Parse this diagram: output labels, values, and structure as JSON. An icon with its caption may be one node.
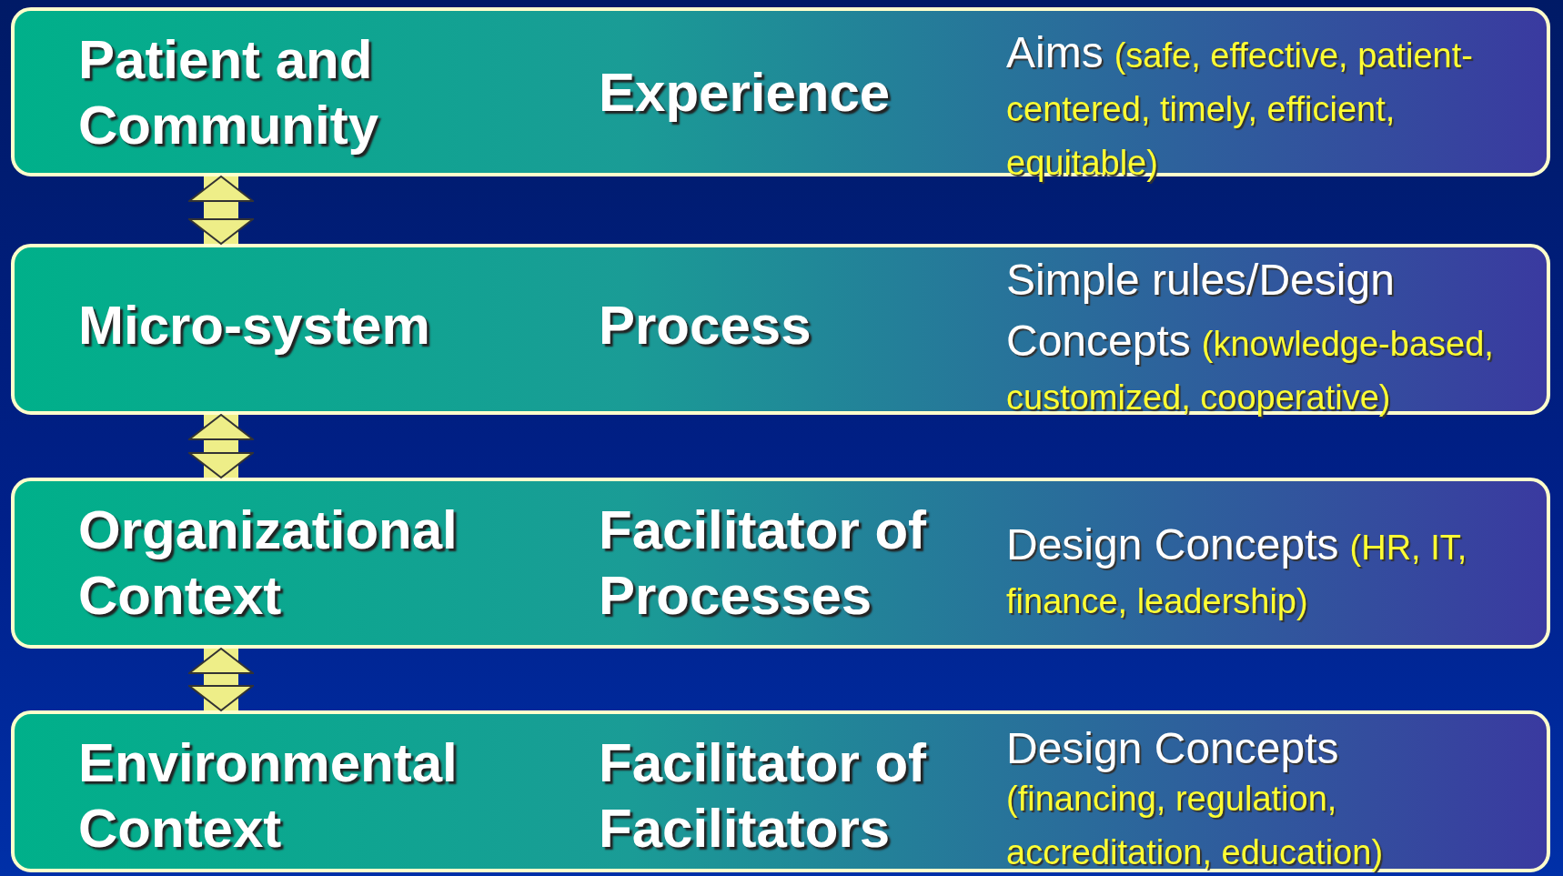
{
  "diagram": {
    "nodes": [
      {
        "text": [
          "Patient and Community",
          "Experience",
          "Aims",
          "(safe, effective, patient-centered, timely, efficient, equitable)"
        ]
      },
      {
        "text": [
          "Micro-system",
          "Process",
          "Simple rules/Design Concepts",
          "(knowledge-based, customized, cooperative)"
        ]
      },
      {
        "text": [
          "Organizational Context",
          "Facilitator of Processes",
          "Design Concepts",
          "(HR, IT, finance, leadership)"
        ]
      },
      {
        "text": [
          "Environmental Context",
          "Facilitator of Facilitators",
          "Design Concepts",
          "(financing, regulation, accreditation, education)"
        ]
      }
    ],
    "edges": [
      {
        "from": 0,
        "to": 1,
        "arrow": "both"
      },
      {
        "from": 1,
        "to": 2,
        "arrow": "both"
      },
      {
        "from": 2,
        "to": 3,
        "arrow": "both"
      }
    ]
  }
}
